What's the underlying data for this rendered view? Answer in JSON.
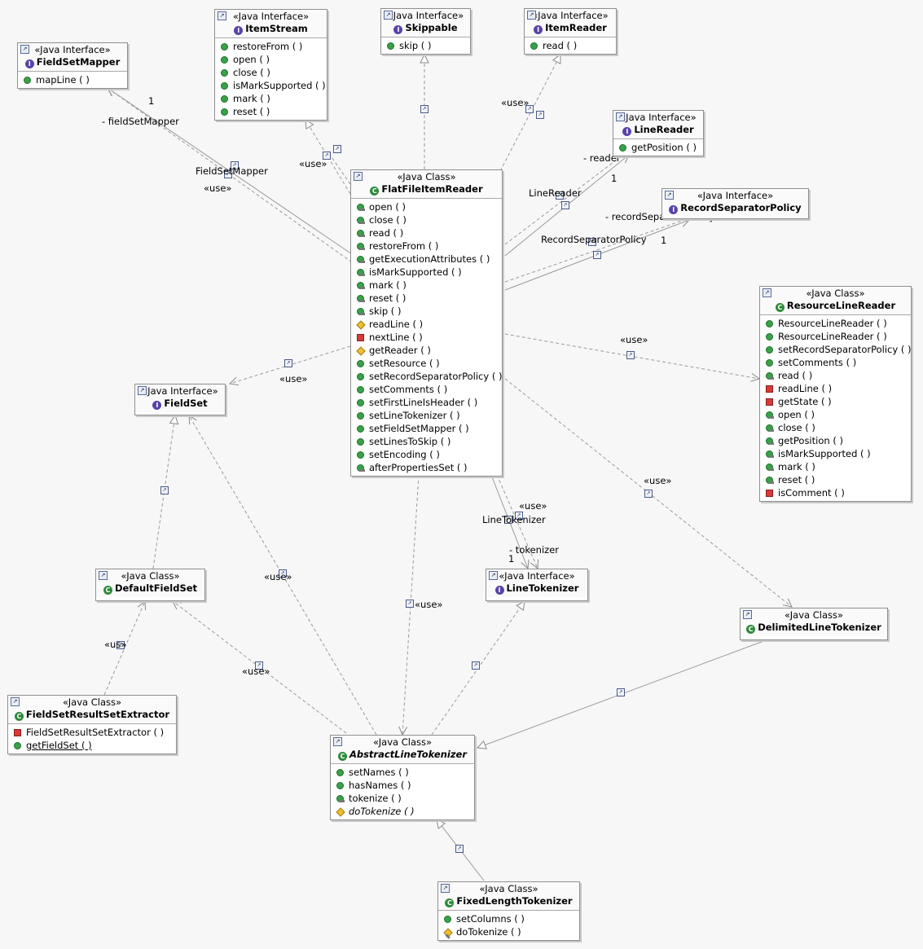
{
  "stereotypes": {
    "interface": "«Java Interface»",
    "class": "«Java Class»"
  },
  "classes": {
    "itemstream": {
      "stereotype": "«Java Interface»",
      "name": "ItemStream",
      "kind": "interface",
      "ops": [
        "restoreFrom ( )",
        "open ( )",
        "close ( )",
        "isMarkSupported ( )",
        "mark ( )",
        "reset ( )"
      ]
    },
    "skippable": {
      "stereotype": "«Java Interface»",
      "name": "Skippable",
      "kind": "interface",
      "ops": [
        "skip ( )"
      ]
    },
    "itemreader": {
      "stereotype": "«Java Interface»",
      "name": "ItemReader",
      "kind": "interface",
      "ops": [
        "read ( )"
      ]
    },
    "fieldsetmapper": {
      "stereotype": "«Java Interface»",
      "name": "FieldSetMapper",
      "kind": "interface",
      "ops": [
        "mapLine ( )"
      ]
    },
    "linereader": {
      "stereotype": "«Java Interface»",
      "name": "LineReader",
      "kind": "interface",
      "ops": [
        "getPosition ( )"
      ]
    },
    "recordseparatorpolicy": {
      "stereotype": "«Java Interface»",
      "name": "RecordSeparatorPolicy",
      "kind": "interface",
      "ops": []
    },
    "flatfileitemreader": {
      "stereotype": "«Java Class»",
      "name": "FlatFileItemReader",
      "kind": "class",
      "ops": [
        "open ( )",
        "close ( )",
        "read ( )",
        "restoreFrom ( )",
        "getExecutionAttributes ( )",
        "isMarkSupported ( )",
        "mark ( )",
        "reset ( )",
        "skip ( )",
        "readLine ( )",
        "nextLine ( )",
        "getReader ( )",
        "setResource ( )",
        "setRecordSeparatorPolicy ( )",
        "setComments ( )",
        "setFirstLineIsHeader ( )",
        "setLineTokenizer ( )",
        "setFieldSetMapper ( )",
        "setLinesToSkip ( )",
        "setEncoding ( )",
        "afterPropertiesSet ( )"
      ]
    },
    "resourcelinereader": {
      "stereotype": "«Java Class»",
      "name": "ResourceLineReader",
      "kind": "class",
      "ops": [
        "ResourceLineReader ( )",
        "ResourceLineReader ( )",
        "setRecordSeparatorPolicy ( )",
        "setComments ( )",
        "read ( )",
        "readLine ( )",
        "getState ( )",
        "open ( )",
        "close ( )",
        "getPosition ( )",
        "isMarkSupported ( )",
        "mark ( )",
        "reset ( )",
        "isComment ( )"
      ]
    },
    "fieldset": {
      "stereotype": "«Java Interface»",
      "name": "FieldSet",
      "kind": "interface",
      "ops": []
    },
    "defaultfieldset": {
      "stereotype": "«Java Class»",
      "name": "DefaultFieldSet",
      "kind": "class",
      "ops": []
    },
    "linetokenizer": {
      "stereotype": "«Java Interface»",
      "name": "LineTokenizer",
      "kind": "interface",
      "ops": []
    },
    "delimitedlinetokenizer": {
      "stereotype": "«Java Class»",
      "name": "DelimitedLineTokenizer",
      "kind": "class",
      "ops": []
    },
    "fieldsetresultsetextractor": {
      "stereotype": "«Java Class»",
      "name": "FieldSetResultSetExtractor",
      "kind": "class",
      "ops": [
        "FieldSetResultSetExtractor ( )",
        "getFieldSet ( )"
      ]
    },
    "abstractlinetokenizer": {
      "stereotype": "«Java Class»",
      "name": "AbstractLineTokenizer",
      "kind": "class",
      "italic": true,
      "ops": [
        "setNames ( )",
        "hasNames ( )",
        "tokenize ( )",
        "doTokenize ( )"
      ]
    },
    "fixedlengthtokenizer": {
      "stereotype": "«Java Class»",
      "name": "FixedLengthTokenizer",
      "kind": "class",
      "ops": [
        "setColumns ( )",
        "doTokenize ( )"
      ]
    }
  },
  "labels": {
    "use": "«use»",
    "one": "1",
    "field_set_mapper_role": "- fieldSetMapper",
    "field_set_mapper_name": "FieldSetMapper",
    "reader_role": "- reader",
    "line_reader_name": "LineReader",
    "record_separator_role": "- recordSeparatorPolicy",
    "record_separator_name": "RecordSeparatorPolicy",
    "line_tokenizer_name": "LineTokenizer",
    "tokenizer_role": "- tokenizer",
    "use_partial": "«us»"
  },
  "colors": {
    "background": "#f7f7f7",
    "interface_icon": "#5a43a8",
    "class_icon": "#2d8a3a",
    "edge": "#9a9a9a"
  }
}
